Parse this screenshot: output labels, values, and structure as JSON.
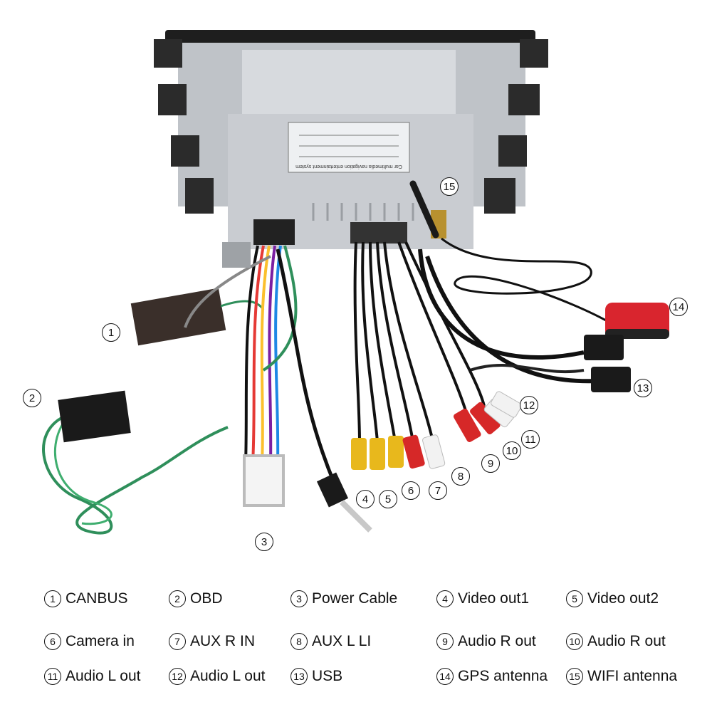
{
  "callouts": [
    "1",
    "2",
    "3",
    "4",
    "5",
    "6",
    "7",
    "8",
    "9",
    "10",
    "11",
    "12",
    "13",
    "14",
    "15"
  ],
  "legend": [
    {
      "num": "1",
      "label": "CANBUS"
    },
    {
      "num": "2",
      "label": "OBD"
    },
    {
      "num": "3",
      "label": "Power Cable"
    },
    {
      "num": "4",
      "label": "Video out1"
    },
    {
      "num": "5",
      "label": "Video out2"
    },
    {
      "num": "6",
      "label": "Camera in"
    },
    {
      "num": "7",
      "label": "AUX R IN"
    },
    {
      "num": "8",
      "label": "AUX L LI"
    },
    {
      "num": "9",
      "label": "Audio R out"
    },
    {
      "num": "10",
      "label": "Audio R out"
    },
    {
      "num": "11",
      "label": "Audio L out"
    },
    {
      "num": "12",
      "label": "Audio L out"
    },
    {
      "num": "13",
      "label": "USB"
    },
    {
      "num": "14",
      "label": "GPS antenna"
    },
    {
      "num": "15",
      "label": "WIFI antenna"
    }
  ],
  "unit_label": "Car multimedia navigation entertainment system",
  "colors": {
    "yellow_rca": "#e8b81c",
    "red_rca": "#d62828",
    "white_rca": "#f2f2f2",
    "green_wire": "#2f8f5b",
    "chassis": "#c9ccd1",
    "bracket": "#2b2b2b",
    "gps_red": "#d9252e"
  }
}
